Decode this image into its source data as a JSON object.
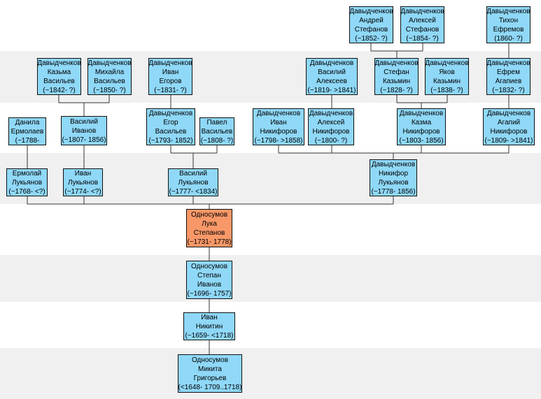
{
  "colors": {
    "node": "#8fd8f8",
    "root_node": "#f89868",
    "border": "#111111",
    "band_alt": "#f0f0f0"
  },
  "nodes": {
    "n1": [
      "Давыдченков",
      "Андрей",
      "Стефанов",
      "(~1852- ?)"
    ],
    "n2": [
      "Давыдченков",
      "Алексей",
      "Стефанов",
      "(~1854- ?)"
    ],
    "n3": [
      "Давыдченков",
      "Тихон",
      "Ефремов",
      "(1860- ?)"
    ],
    "n4": [
      "Давыдченков",
      "Казьма",
      "Васильев",
      "(~1842- ?)"
    ],
    "n5": [
      "Давыдченков",
      "Михайла",
      "Васильев",
      "(~1850- ?)"
    ],
    "n6": [
      "Давыдченков",
      "Иван",
      "Егоров",
      "(~1831- ?)"
    ],
    "n7": [
      "Давыдченков",
      "Василий",
      "Алексеев",
      "(~1819- >1841)"
    ],
    "n8": [
      "Давыдченков",
      "Стефан",
      "Казьмин",
      "(~1828- ?)"
    ],
    "n9": [
      "Давыдченков",
      "Яков",
      "Казьмин",
      "(~1838- ?)"
    ],
    "n10": [
      "Давыдченков",
      "Ефрем",
      "Агапиев",
      "(~1832- ?)"
    ],
    "n11": [
      "Данила",
      "Ермолаев",
      "(~1788-"
    ],
    "n12": [
      "Василий",
      "Иванов",
      "(~1807- 1856)"
    ],
    "n13": [
      "Давыдченков",
      "Егор",
      "Васильев",
      "(~1793- 1852)"
    ],
    "n14": [
      "Павел",
      "Васильев",
      "(~1808- ?)"
    ],
    "n15": [
      "Давыдченков",
      "Иван",
      "Никифоров",
      "(~1798- >1858)"
    ],
    "n16": [
      "Давыдченков",
      "Алексей",
      "Никифоров",
      "(~1800- ?)"
    ],
    "n17": [
      "Давыдченков",
      "Казма",
      "Никифоров",
      "(~1803- 1856)"
    ],
    "n18": [
      "Давыдченков",
      "Агапий",
      "Никифоров",
      "(~1809- >1841)"
    ],
    "n19": [
      "Ермолай",
      "Лукьянов",
      "(~1768- <?)"
    ],
    "n20": [
      "Иван",
      "Лукьянов",
      "(~1774- <?)"
    ],
    "n21": [
      "Василий",
      "Лукьянов",
      "(~1777- <1834)"
    ],
    "n22": [
      "Давыдченков",
      "Никифор",
      "Лукьянов",
      "(~1778- 1856)"
    ],
    "n23": [
      "Односумов",
      "Лука",
      "Степанов",
      "(~1731- 1778)"
    ],
    "n24": [
      "Односумов",
      "Степан",
      "Иванов",
      "(~1696- 1757)"
    ],
    "n25": [
      "Иван",
      "Никитин",
      "(~1659- <1718)"
    ],
    "n26": [
      "Односумов",
      "Микита",
      "Григорьев",
      "(<1648- 1709..1718)"
    ]
  }
}
